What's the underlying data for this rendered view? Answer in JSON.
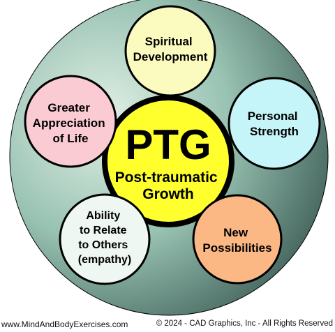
{
  "center": {
    "acronym": "PTG",
    "lines": [
      "Post-traumatic",
      "Growth"
    ]
  },
  "nodes": [
    {
      "id": "spiritual-development",
      "lines": [
        "Spiritual",
        "Development"
      ],
      "color": "#fbfbbf"
    },
    {
      "id": "personal-strength",
      "lines": [
        "Personal",
        "Strength"
      ],
      "color": "#c6f5f9"
    },
    {
      "id": "new-possibilities",
      "lines": [
        "New",
        "Possibilities"
      ],
      "color": "#fbb784"
    },
    {
      "id": "relate-to-others",
      "lines": [
        "Ability",
        "to Relate",
        "to Others",
        "(empathy)"
      ],
      "color": "#eef7f1"
    },
    {
      "id": "appreciation-of-life",
      "lines": [
        "Greater",
        "Appreciation",
        "of Life"
      ],
      "color": "#fbcbd3"
    }
  ],
  "footer": {
    "website": "www.MindAndBodyExercises.com",
    "copyright": "© 2024 - CAD Graphics, Inc - All Rights Reserved"
  },
  "colors": {
    "center_fill": "#ffff2e",
    "outer_light": "#e1f0e6",
    "outer_dark": "#4d6e67"
  }
}
